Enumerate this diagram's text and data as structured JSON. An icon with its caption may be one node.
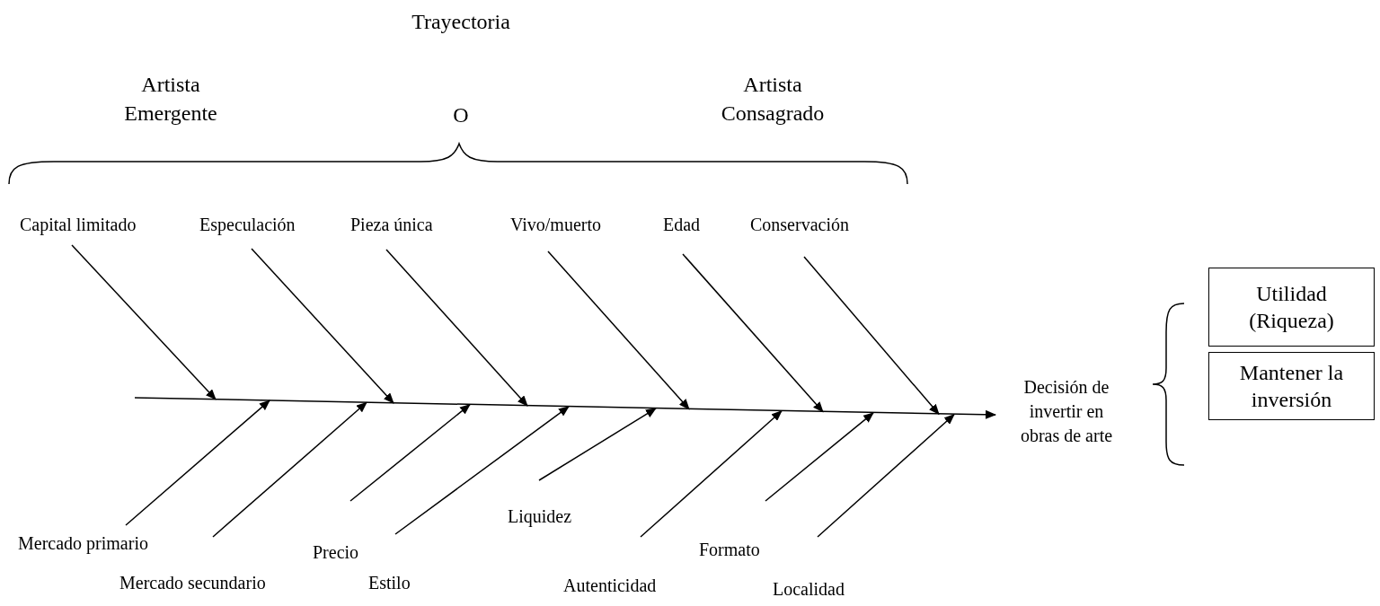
{
  "diagram": {
    "nodes": [
      {
        "text": [
          "Capital limitado"
        ]
      },
      {
        "text": [
          "Especulación"
        ]
      },
      {
        "text": [
          "Pieza única"
        ]
      },
      {
        "text": [
          "Vivo/muerto"
        ]
      },
      {
        "text": [
          "Edad"
        ]
      },
      {
        "text": [
          "Conservación"
        ]
      },
      {
        "text": [
          "Mercado primario"
        ]
      },
      {
        "text": [
          "Mercado secundario"
        ]
      },
      {
        "text": [
          "Precio"
        ]
      },
      {
        "text": [
          "Estilo"
        ]
      },
      {
        "text": [
          "Liquidez"
        ]
      },
      {
        "text": [
          "Autenticidad"
        ]
      },
      {
        "text": [
          "Formato"
        ]
      },
      {
        "text": [
          "Localidad"
        ]
      },
      {
        "text": [
          "Decisión de invertir en obras de arte"
        ]
      },
      {
        "text": [
          "Utilidad (Riqueza)"
        ]
      },
      {
        "text": [
          "Mantener la inversión"
        ]
      }
    ],
    "edges": [
      {
        "from": 0,
        "to": null,
        "arrow": "to"
      },
      {
        "from": 1,
        "to": null,
        "arrow": "to"
      },
      {
        "from": 2,
        "to": null,
        "arrow": "to"
      },
      {
        "from": 3,
        "to": null,
        "arrow": "to"
      },
      {
        "from": 4,
        "to": null,
        "arrow": "to"
      },
      {
        "from": 5,
        "to": null,
        "arrow": "to"
      },
      {
        "from": 6,
        "to": null,
        "arrow": "to"
      },
      {
        "from": 7,
        "to": null,
        "arrow": "to"
      },
      {
        "from": 8,
        "to": null,
        "arrow": "to"
      },
      {
        "from": 9,
        "to": null,
        "arrow": "to"
      },
      {
        "from": 10,
        "to": null,
        "arrow": "to"
      },
      {
        "from": 11,
        "to": null,
        "arrow": "to"
      },
      {
        "from": 12,
        "to": null,
        "arrow": "to"
      },
      {
        "from": 13,
        "to": null,
        "arrow": "to"
      },
      {
        "from": null,
        "to": 14,
        "arrow": "to"
      }
    ],
    "labels": [
      "Trayectoria",
      "Artista Emergente",
      "O",
      "Artista Consagrado"
    ]
  }
}
